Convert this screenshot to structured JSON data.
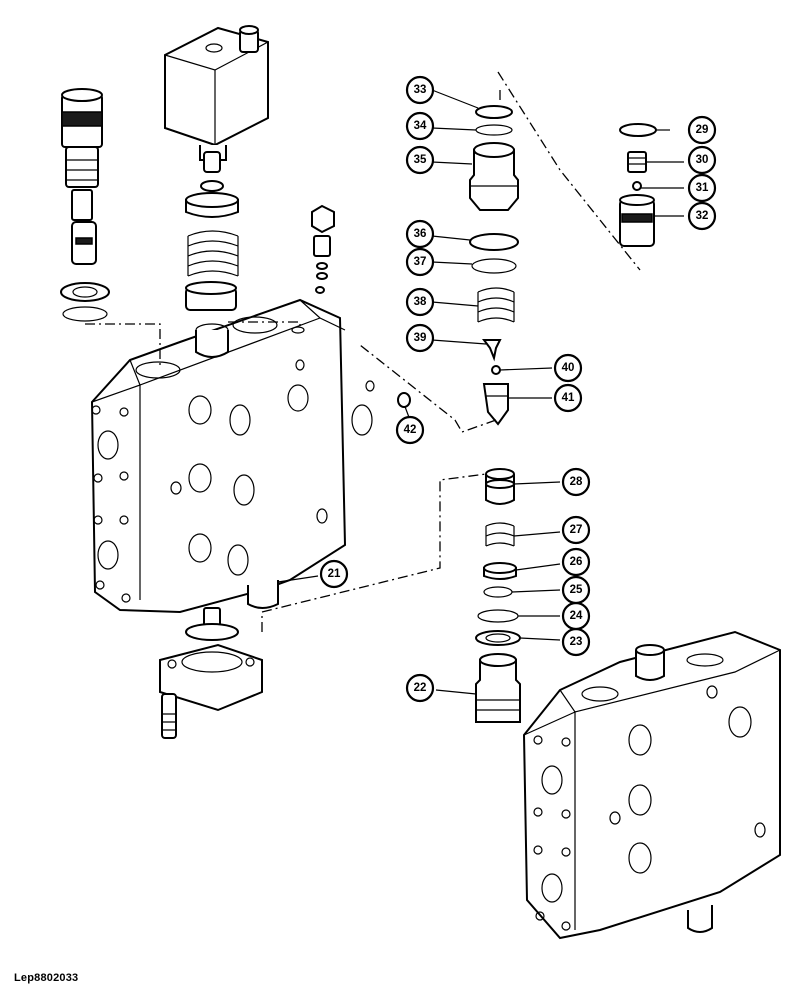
{
  "drawing": {
    "reference_code": "Lep8802033",
    "callouts": [
      {
        "id": "c21",
        "label": "21"
      },
      {
        "id": "c22",
        "label": "22"
      },
      {
        "id": "c23",
        "label": "23"
      },
      {
        "id": "c24",
        "label": "24"
      },
      {
        "id": "c25",
        "label": "25"
      },
      {
        "id": "c26",
        "label": "26"
      },
      {
        "id": "c27",
        "label": "27"
      },
      {
        "id": "c28",
        "label": "28"
      },
      {
        "id": "c29",
        "label": "29"
      },
      {
        "id": "c30",
        "label": "30"
      },
      {
        "id": "c31",
        "label": "31"
      },
      {
        "id": "c32",
        "label": "32"
      },
      {
        "id": "c33",
        "label": "33"
      },
      {
        "id": "c34",
        "label": "34"
      },
      {
        "id": "c35",
        "label": "35"
      },
      {
        "id": "c36",
        "label": "36"
      },
      {
        "id": "c37",
        "label": "37"
      },
      {
        "id": "c38",
        "label": "38"
      },
      {
        "id": "c39",
        "label": "39"
      },
      {
        "id": "c40",
        "label": "40"
      },
      {
        "id": "c41",
        "label": "41"
      },
      {
        "id": "c42",
        "label": "42"
      }
    ]
  }
}
